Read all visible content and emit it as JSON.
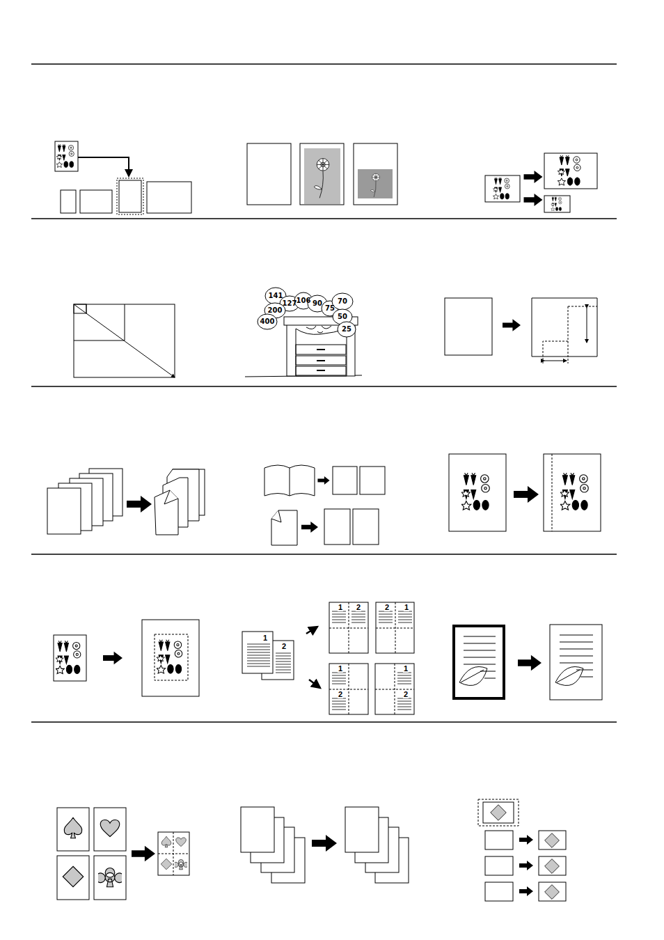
{
  "diagram": {
    "labels": [
      "141",
      "127",
      "106",
      "90",
      "75",
      "70",
      "50",
      "25",
      "200",
      "400",
      "1",
      "2",
      "1",
      "2",
      "2",
      "1",
      "1",
      "2",
      "1",
      "2"
    ]
  }
}
